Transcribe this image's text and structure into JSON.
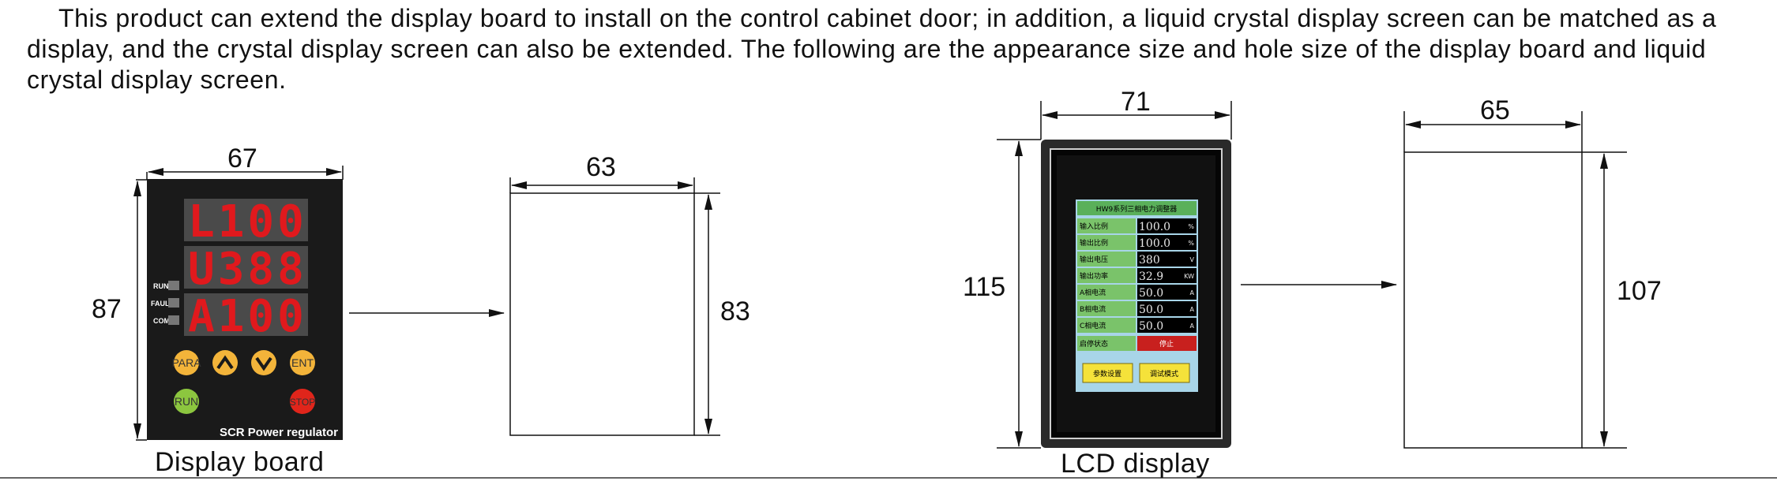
{
  "intro_text": "This product can extend the display board to install on the control cabinet door; in addition, a liquid crystal display screen can be matched as a display, and the crystal display screen can also be extended. The following are the appearance size and hole size of the display board and liquid crystal display screen.",
  "display_board": {
    "caption": "Display board",
    "width_dim": "67",
    "height_dim": "87",
    "hole_width_dim": "63",
    "hole_height_dim": "83",
    "segments": [
      "L100",
      "U388",
      "A100"
    ],
    "indicators": [
      "RUN",
      "FAULT",
      "COM"
    ],
    "buttons": [
      "PARA",
      "ENT",
      "RUN",
      "STOP"
    ],
    "brand": "SCR Power regulator",
    "colors": {
      "panel": "#1a1a1a",
      "segment": "#e0191d",
      "button_yellow": "#f3b43a",
      "button_green": "#8cc63f",
      "button_red": "#e0251b"
    }
  },
  "lcd": {
    "caption": "LCD display",
    "width_dim": "71",
    "height_dim": "115",
    "hole_width_dim": "65",
    "hole_height_dim": "107",
    "screen_title": "HW9系列三相电力调整器",
    "rows": [
      {
        "label": "输入比例",
        "value": "100.0",
        "unit": "%"
      },
      {
        "label": "输出比例",
        "value": "100.0",
        "unit": "%"
      },
      {
        "label": "输出电压",
        "value": "380",
        "unit": "V"
      },
      {
        "label": "输出功率",
        "value": "32.9",
        "unit": "KW"
      },
      {
        "label": "A相电流",
        "value": "50.0",
        "unit": "A"
      },
      {
        "label": "B相电流",
        "value": "50.0",
        "unit": "A"
      },
      {
        "label": "C相电流",
        "value": "50.0",
        "unit": "A"
      }
    ],
    "status_label": "启停状态",
    "status_value": "停止",
    "buttons": [
      "参数设置",
      "调试模式"
    ],
    "colors": {
      "screen_bg": "#a8d5e8",
      "title_bg": "#5ab05a",
      "label_bg": "#7ac36a",
      "value_bg": "#000000",
      "status_bg": "#c8201e",
      "button_bg": "#f5e23a"
    }
  }
}
